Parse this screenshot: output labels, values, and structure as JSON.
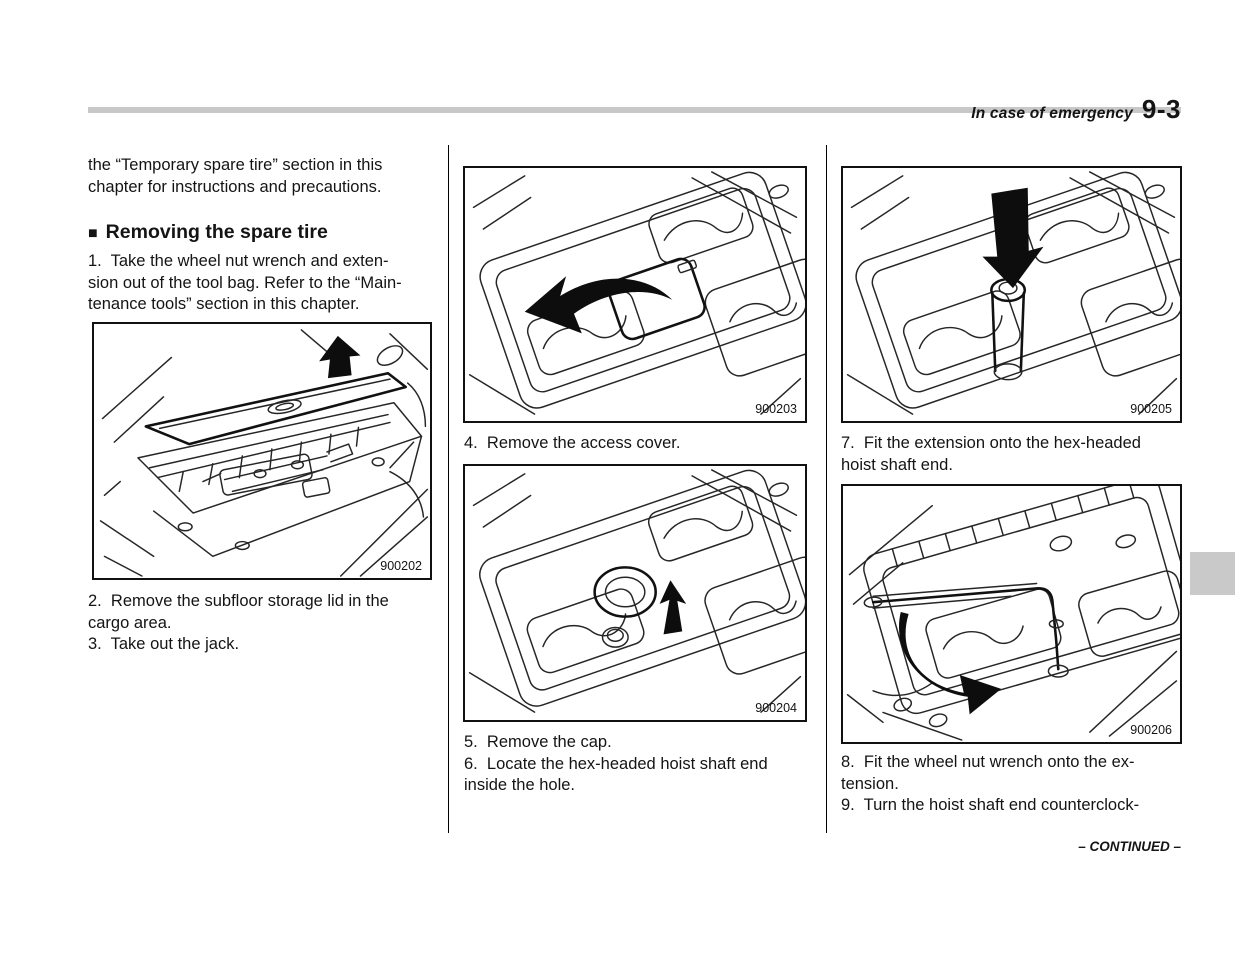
{
  "header": {
    "section_title": "In case of emergency",
    "page_number": "9-3"
  },
  "content": {
    "column1": {
      "intro": "the “Temporary spare tire” section in this\nchapter for instructions and precautions.",
      "heading_marker": "■",
      "heading": "Removing the spare tire",
      "step_1": "1.  Take the wheel nut wrench and exten-\nsion out of the tool bag. Refer to the “Main-\ntenance tools” section in this chapter.",
      "figure": {
        "id": "900202",
        "alt": "cargo-area-subfloor-lid-illustration"
      },
      "steps_2_3": "2.  Remove the subfloor storage lid in the\ncargo area.\n3.  Take out the jack."
    },
    "column2": {
      "figure_top": {
        "id": "900203",
        "alt": "access-cover-removal-illustration"
      },
      "step_4": "4.  Remove the access cover.",
      "figure_bottom": {
        "id": "900204",
        "alt": "cap-removal-illustration"
      },
      "steps_5_6": "5.  Remove the cap.\n6.  Locate the hex-headed hoist shaft end\ninside the hole."
    },
    "column3": {
      "figure_top": {
        "id": "900205",
        "alt": "extension-fit-illustration"
      },
      "step_7": "7.  Fit the extension onto the hex-headed\nhoist shaft end.",
      "figure_bottom": {
        "id": "900206",
        "alt": "wheel-nut-wrench-turn-illustration"
      },
      "steps_8_9": "8.  Fit the wheel nut wrench onto the ex-\ntension.\n9.  Turn the hoist shaft end counterclock-"
    }
  },
  "footer": {
    "continued_label": "– CONTINUED –"
  }
}
